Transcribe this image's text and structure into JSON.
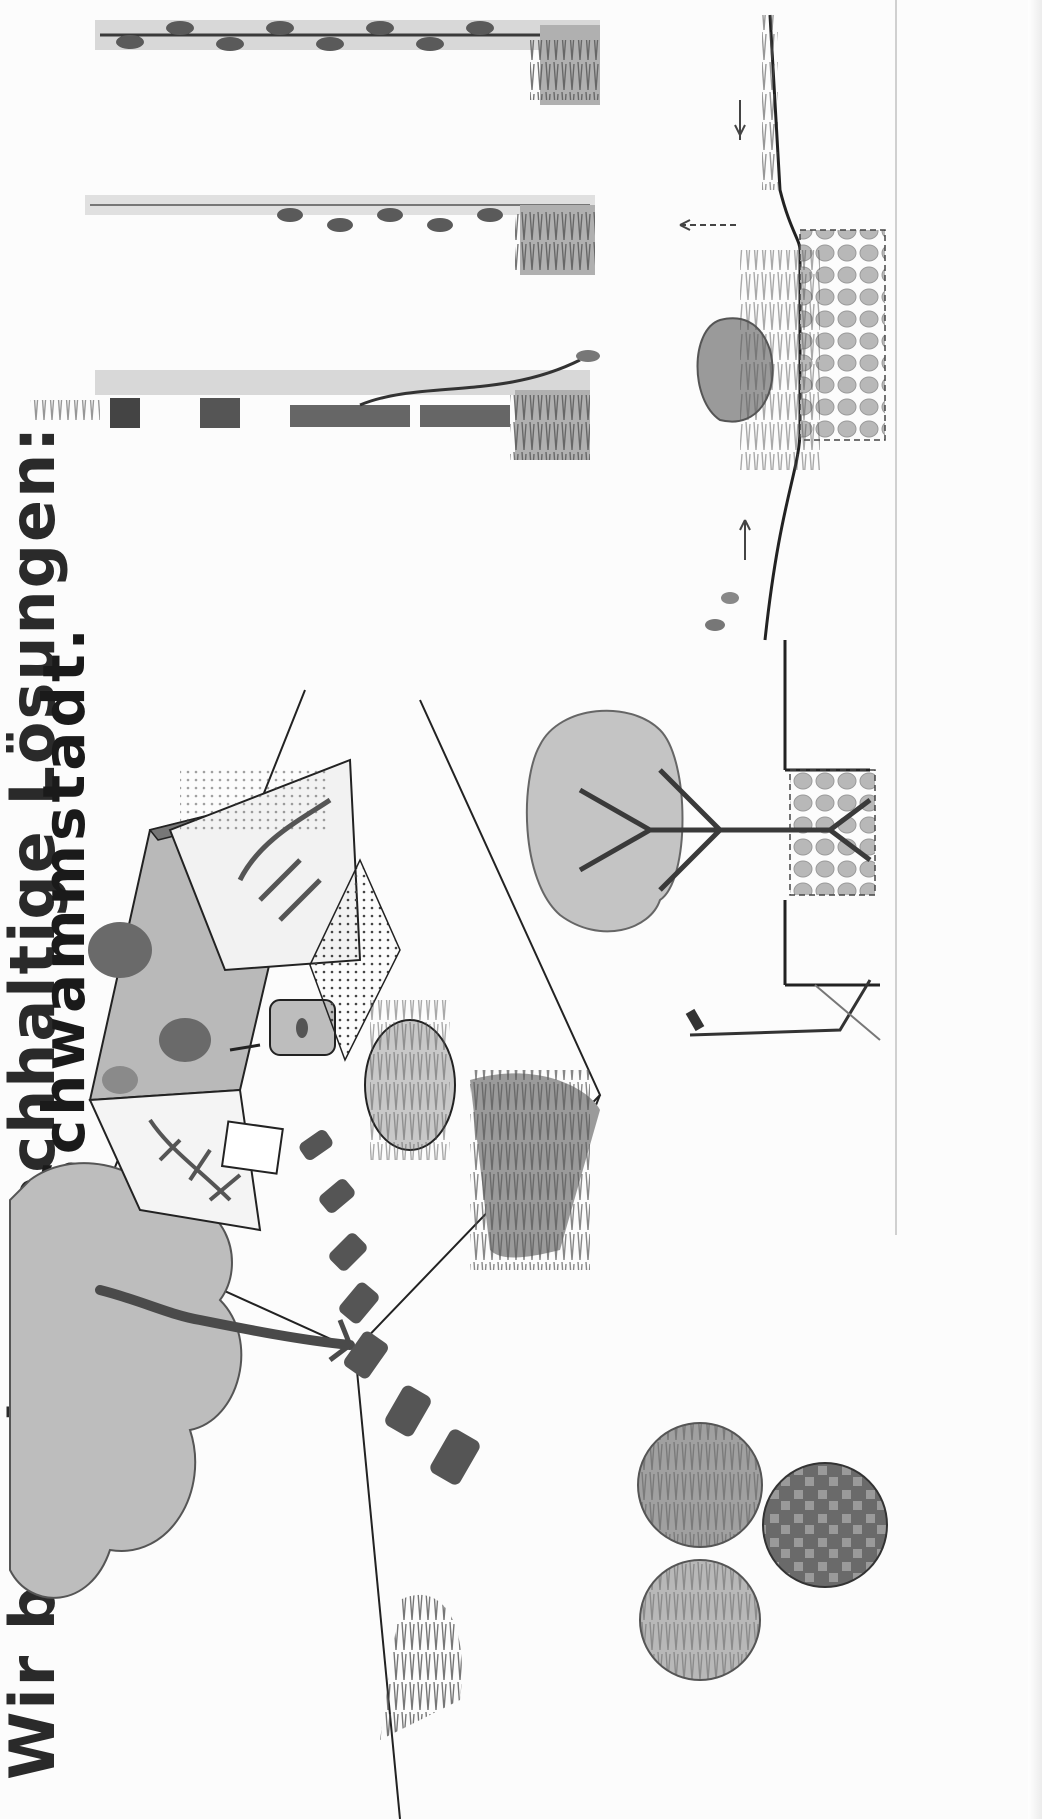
{
  "heading": {
    "line1": "Wir brauchen nachhaltige Lösungen:",
    "line2": "Schwammstadt."
  },
  "colors": {
    "ink": "#1a1a1a",
    "shade_light": "#d6d6d6",
    "shade_mid": "#a8a8a8",
    "shade_dark": "#5a5a5a",
    "paper": "#fcfcfc"
  },
  "illustrations": [
    {
      "name": "isometric-house-with-green-roof"
    },
    {
      "name": "green-wall-panels"
    },
    {
      "name": "tree-pit-cross-section"
    },
    {
      "name": "infiltration-swale-cross-section"
    },
    {
      "name": "substrate-circles"
    }
  ]
}
